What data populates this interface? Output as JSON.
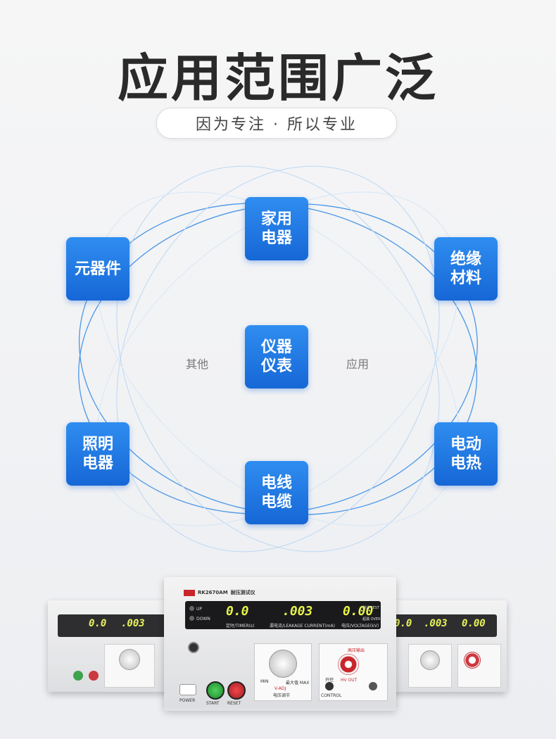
{
  "heading": "应用范围广泛",
  "tagline": "因为专注 · 所以专业",
  "center_tile": "仪器\n仪表",
  "tiles": {
    "top": "家用\n电器",
    "left_upper": "元器件",
    "right_upper": "绝缘\n材料",
    "left_lower": "照明\n电器",
    "right_lower": "电动\n电热",
    "bottom": "电线\n电缆"
  },
  "side_labels": {
    "left": "其他",
    "right": "应用"
  },
  "instrument": {
    "model": "RK2670AM",
    "model_title": "耐压测试仪",
    "display_timer": "0.0",
    "display_current": ".003",
    "display_voltage": "0.00",
    "label_timer": "定时/TIMER(s)",
    "label_current": "漏电流/LEAKAGE CURRENT(mA)",
    "label_voltage": "电压/VOLTAGE(kV)",
    "label_up": "UP",
    "label_down": "DOWN",
    "label_test": "测试 TEST",
    "label_over": "超漏 OVER",
    "label_min": "MIN",
    "label_max": "最大值 MAX",
    "label_vadj": "V-ADJ",
    "label_vadj_cn": "电压调节",
    "label_hv_out_cn": "高压输出",
    "label_hv_out": "HV OUT",
    "label_control": "CONTROL",
    "label_control_cn": "开控",
    "label_start": "START",
    "label_reset": "RESET",
    "label_power": "POWER"
  },
  "colors": {
    "tile": "#1f79e4",
    "orbit": "#3c8ee6",
    "display_digits": "#e8f34a"
  }
}
